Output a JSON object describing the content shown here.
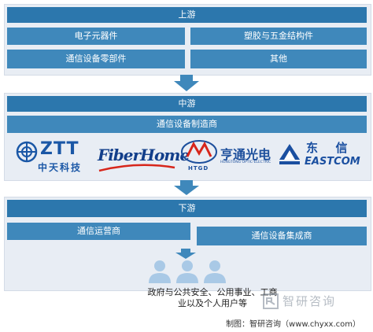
{
  "upstream": {
    "header": "上游",
    "items": [
      "电子元器件",
      "塑胶与五金结构件",
      "通信设备零部件",
      "其他"
    ]
  },
  "midstream": {
    "header": "中游",
    "subheader": "通信设备制造商",
    "logos": {
      "ztt": {
        "mark": "ZTT",
        "name": "中天科技"
      },
      "fiberhome": {
        "name": "FiberHome"
      },
      "hengtong": {
        "mark": "HTGD",
        "name": "亨通光电",
        "sub": "HENGTONG OPTIC-ELECTRIC"
      },
      "eastcom": {
        "cn": "东  信",
        "en": "EASTCOM"
      }
    }
  },
  "downstream": {
    "header": "下游",
    "items": [
      "通信运营商",
      "通信设备集成商"
    ],
    "users_line1": "政府与公共安全、公用事业、工商",
    "users_line2": "业以及个人用户等"
  },
  "footer": "制图：智研咨询（www.chyxx.com）",
  "watermark": "智研咨询",
  "colors": {
    "bar": "#2c77ad",
    "box": "#3f88bb",
    "panel": "#e8edf4",
    "arrow": "#3f88bb",
    "person": "#a9c9e6",
    "ztt_blue": "#1a57a6",
    "fiberhome_navy": "#123e8a",
    "fiberhome_red": "#d7261b",
    "hengtong_blue": "#1d4f9c",
    "eastcom_blue": "#1a4fa0"
  }
}
